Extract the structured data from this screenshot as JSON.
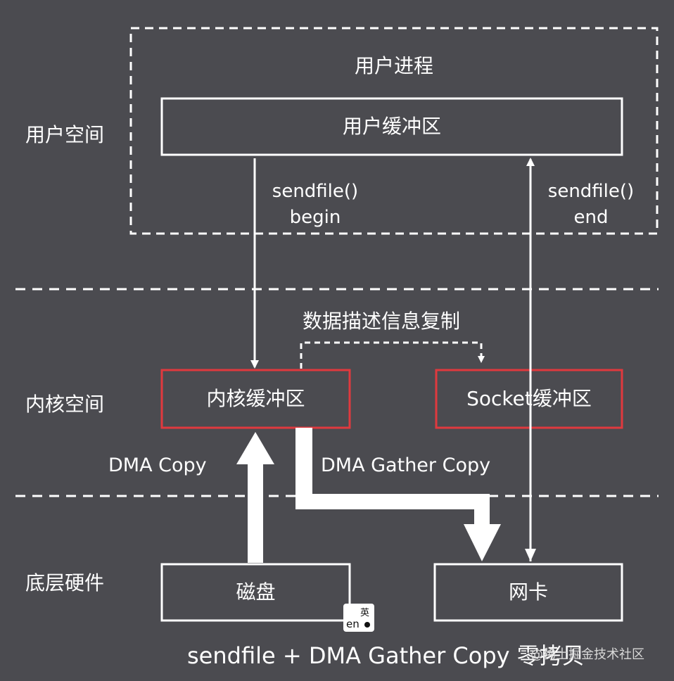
{
  "zones": {
    "user_space": "用户空间",
    "kernel_space": "内核空间",
    "hardware": "底层硬件"
  },
  "boxes": {
    "user_process": "用户进程",
    "user_buffer": "用户缓冲区",
    "kernel_buffer": "内核缓冲区",
    "socket_buffer": "Socket缓冲区",
    "disk": "磁盘",
    "nic": "网卡"
  },
  "labels": {
    "sendfile_begin_1": "sendfile()",
    "sendfile_begin_2": "begin",
    "sendfile_end_1": "sendfile()",
    "sendfile_end_2": "end",
    "descriptor_copy": "数据描述信息复制",
    "dma_copy": "DMA Copy",
    "dma_gather_copy": "DMA Gather Copy"
  },
  "caption": "sendfile + DMA Gather Copy 零拷贝",
  "watermark": "@稀土掘金技术社区",
  "ime": {
    "top": "英",
    "bottom": "en"
  },
  "colors": {
    "background": "#4b4b50",
    "stroke": "#ffffff",
    "highlight": "#e0393e"
  }
}
